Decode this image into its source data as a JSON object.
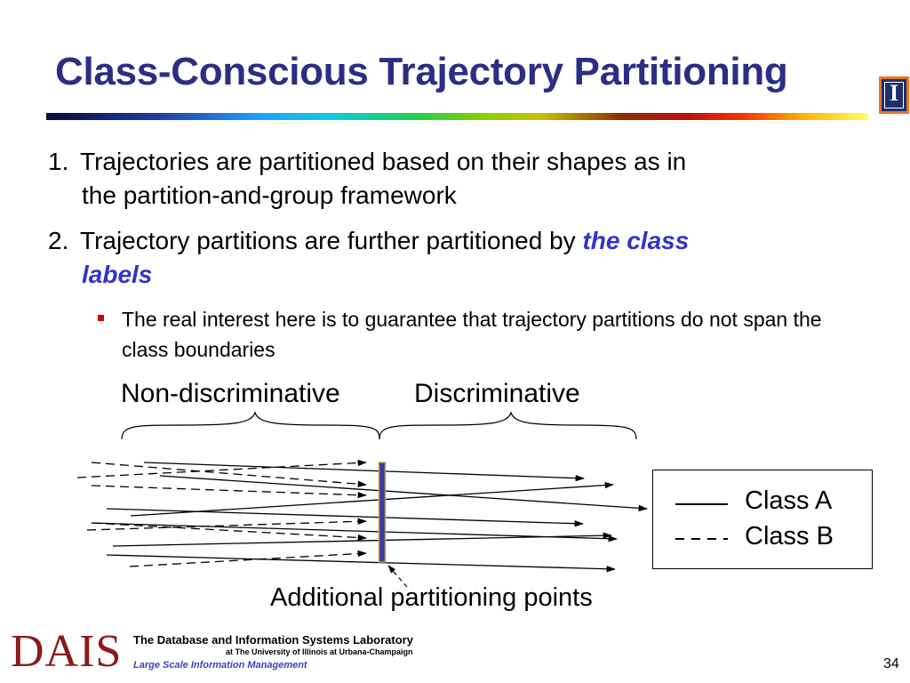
{
  "slide": {
    "title": "Class-Conscious Trajectory Partitioning",
    "page_number": "34"
  },
  "logo": {
    "letter": "I"
  },
  "bullets": {
    "item1": {
      "num": "1.",
      "line1": "Trajectories are partitioned based on their shapes as in",
      "line2": "the partition-and-group framework"
    },
    "item2": {
      "num": "2.",
      "line1": "Trajectory partitions are further partitioned by ",
      "emph1": "the class",
      "emph2": "labels"
    },
    "sub1": "The real interest here is to guarantee that trajectory partitions do not span the class boundaries"
  },
  "diagram": {
    "label_nondiscriminative": "Non-discriminative",
    "label_discriminative": "Discriminative",
    "annotation": "Additional partitioning points",
    "legend": {
      "class_a": "Class A",
      "class_b": "Class B"
    },
    "colors": {
      "partition_bar": "#3a3aa8",
      "partition_border": "#c8a040"
    }
  },
  "footer": {
    "logo_text": "DAIS",
    "lab": "The Database and Information Systems Laboratory",
    "university": "at The University of Illinois at Urbana-Champaign",
    "tagline": "Large Scale Information Management"
  }
}
